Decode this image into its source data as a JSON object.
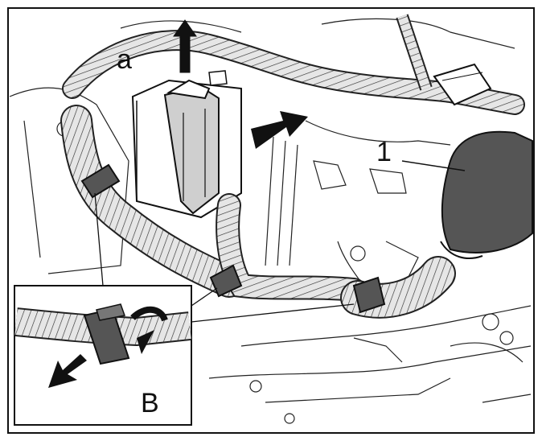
{
  "labels": {
    "a": "a",
    "one": "1",
    "b": "B"
  },
  "colors": {
    "line": "#1a1a1a",
    "harness_fill": "#d9d9d9",
    "dark_part": "#555555",
    "background": "#ffffff"
  },
  "icons": {
    "up_arrow": "arrow-up-icon",
    "right_arrow": "arrow-right-icon",
    "rotate_arrow": "rotate-arrow-icon",
    "pull_arrow": "arrow-down-left-icon"
  }
}
